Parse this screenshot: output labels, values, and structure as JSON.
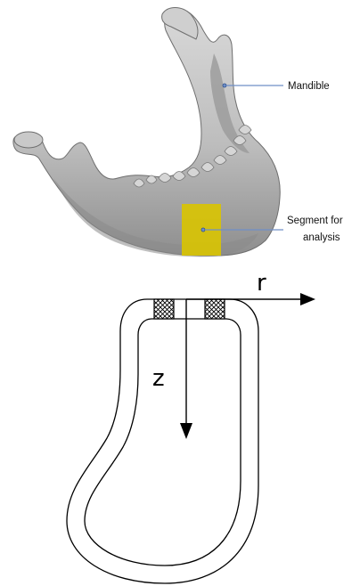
{
  "labels": {
    "mandible": "Mandible",
    "segment_line1": "Segment for",
    "segment_line2": "analysis",
    "axis_r": "r",
    "axis_z": "z"
  },
  "colors": {
    "bone": "#bdbdbd",
    "bone_shadow": "#8e8e8e",
    "segment_highlight": "#d9c400",
    "leader_line": "#6f8fc7",
    "outline": "#000000"
  },
  "icons": {
    "cross_hatch": "crosshatch-pattern"
  }
}
